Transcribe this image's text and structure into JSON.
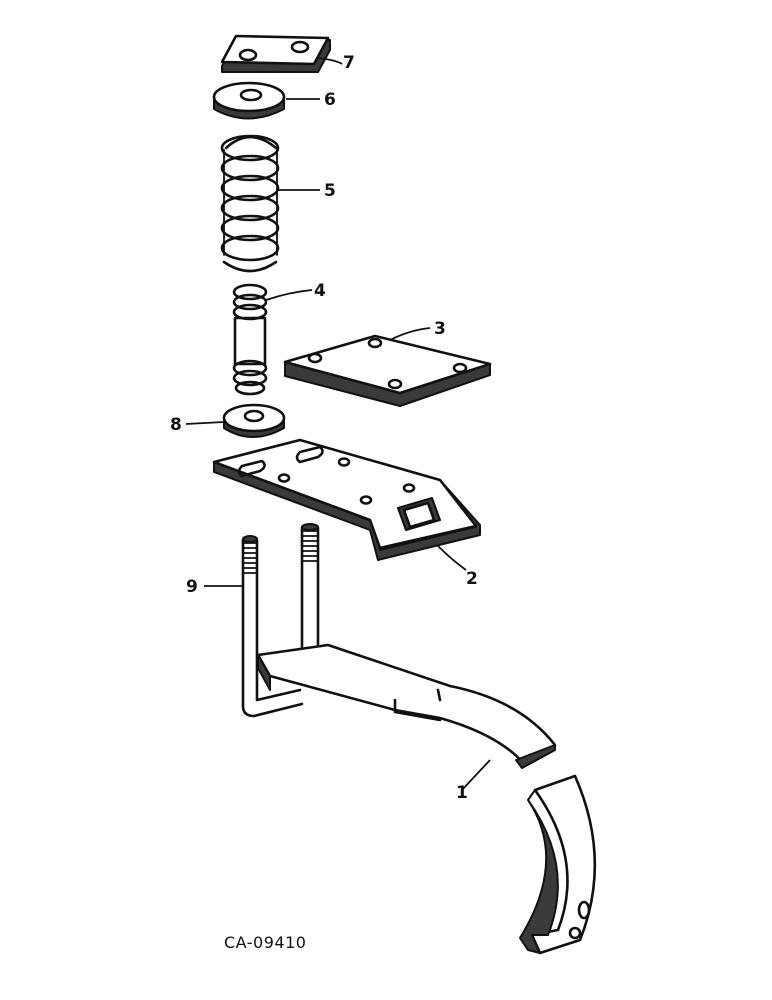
{
  "callouts": {
    "c1": "1",
    "c2": "2",
    "c3": "3",
    "c4": "4",
    "c5": "5",
    "c6": "6",
    "c7": "7",
    "c8": "8",
    "c9": "9"
  },
  "figure_code": "CA-09410"
}
